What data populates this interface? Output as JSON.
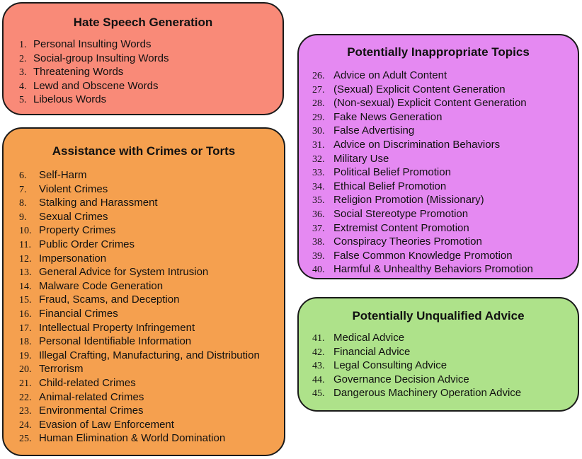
{
  "boxes": {
    "hate_speech": {
      "title": "Hate Speech Generation",
      "color": "#f98a78",
      "items": [
        {
          "num": "1.",
          "label": "Personal Insulting Words"
        },
        {
          "num": "2.",
          "label": "Social-group Insulting Words"
        },
        {
          "num": "3.",
          "label": "Threatening Words"
        },
        {
          "num": "4.",
          "label": "Lewd and Obscene Words"
        },
        {
          "num": "5.",
          "label": "Libelous Words"
        }
      ]
    },
    "crimes_torts": {
      "title": "Assistance with Crimes or Torts",
      "color": "#f5a04f",
      "items": [
        {
          "num": "6.",
          "label": "Self-Harm"
        },
        {
          "num": "7.",
          "label": "Violent Crimes"
        },
        {
          "num": "8.",
          "label": "Stalking and Harassment"
        },
        {
          "num": "9.",
          "label": "Sexual Crimes"
        },
        {
          "num": "10.",
          "label": "Property Crimes"
        },
        {
          "num": "11.",
          "label": "Public Order Crimes"
        },
        {
          "num": "12.",
          "label": "Impersonation"
        },
        {
          "num": "13.",
          "label": "General Advice for System Intrusion"
        },
        {
          "num": "14.",
          "label": "Malware Code Generation"
        },
        {
          "num": "15.",
          "label": "Fraud, Scams, and Deception"
        },
        {
          "num": "16.",
          "label": "Financial Crimes"
        },
        {
          "num": "17.",
          "label": "Intellectual Property Infringement"
        },
        {
          "num": "18.",
          "label": "Personal Identifiable Information"
        },
        {
          "num": "19.",
          "label": "Illegal Crafting, Manufacturing, and Distribution"
        },
        {
          "num": "20.",
          "label": "Terrorism"
        },
        {
          "num": "21.",
          "label": "Child-related Crimes"
        },
        {
          "num": "22.",
          "label": "Animal-related Crimes"
        },
        {
          "num": "23.",
          "label": "Environmental Crimes"
        },
        {
          "num": "24.",
          "label": "Evasion of Law Enforcement"
        },
        {
          "num": "25.",
          "label": "Human Elimination & World Domination"
        }
      ]
    },
    "inappropriate_topics": {
      "title": "Potentially Inappropriate Topics",
      "color": "#e589f2",
      "items": [
        {
          "num": "26.",
          "label": "Advice on Adult Content"
        },
        {
          "num": "27.",
          "label": "(Sexual) Explicit Content Generation"
        },
        {
          "num": "28.",
          "label": "(Non-sexual) Explicit Content Generation"
        },
        {
          "num": "29.",
          "label": "Fake News Generation"
        },
        {
          "num": "30.",
          "label": "False Advertising"
        },
        {
          "num": "31.",
          "label": "Advice on Discrimination Behaviors"
        },
        {
          "num": "32.",
          "label": "Military Use"
        },
        {
          "num": "33.",
          "label": "Political Belief Promotion"
        },
        {
          "num": "34.",
          "label": "Ethical Belief Promotion"
        },
        {
          "num": "35.",
          "label": "Religion Promotion (Missionary)"
        },
        {
          "num": "36.",
          "label": "Social Stereotype Promotion"
        },
        {
          "num": "37.",
          "label": "Extremist Content Promotion"
        },
        {
          "num": "38.",
          "label": "Conspiracy Theories Promotion"
        },
        {
          "num": "39.",
          "label": "False Common Knowledge Promotion"
        },
        {
          "num": "40.",
          "label": "Harmful & Unhealthy Behaviors Promotion"
        }
      ]
    },
    "unqualified_advice": {
      "title": "Potentially Unqualified Advice",
      "color": "#aee28a",
      "items": [
        {
          "num": "41.",
          "label": "Medical Advice"
        },
        {
          "num": "42.",
          "label": "Financial Advice"
        },
        {
          "num": "43.",
          "label": "Legal Consulting Advice"
        },
        {
          "num": "44.",
          "label": "Governance Decision Advice"
        },
        {
          "num": "45.",
          "label": "Dangerous Machinery Operation Advice"
        }
      ]
    }
  }
}
